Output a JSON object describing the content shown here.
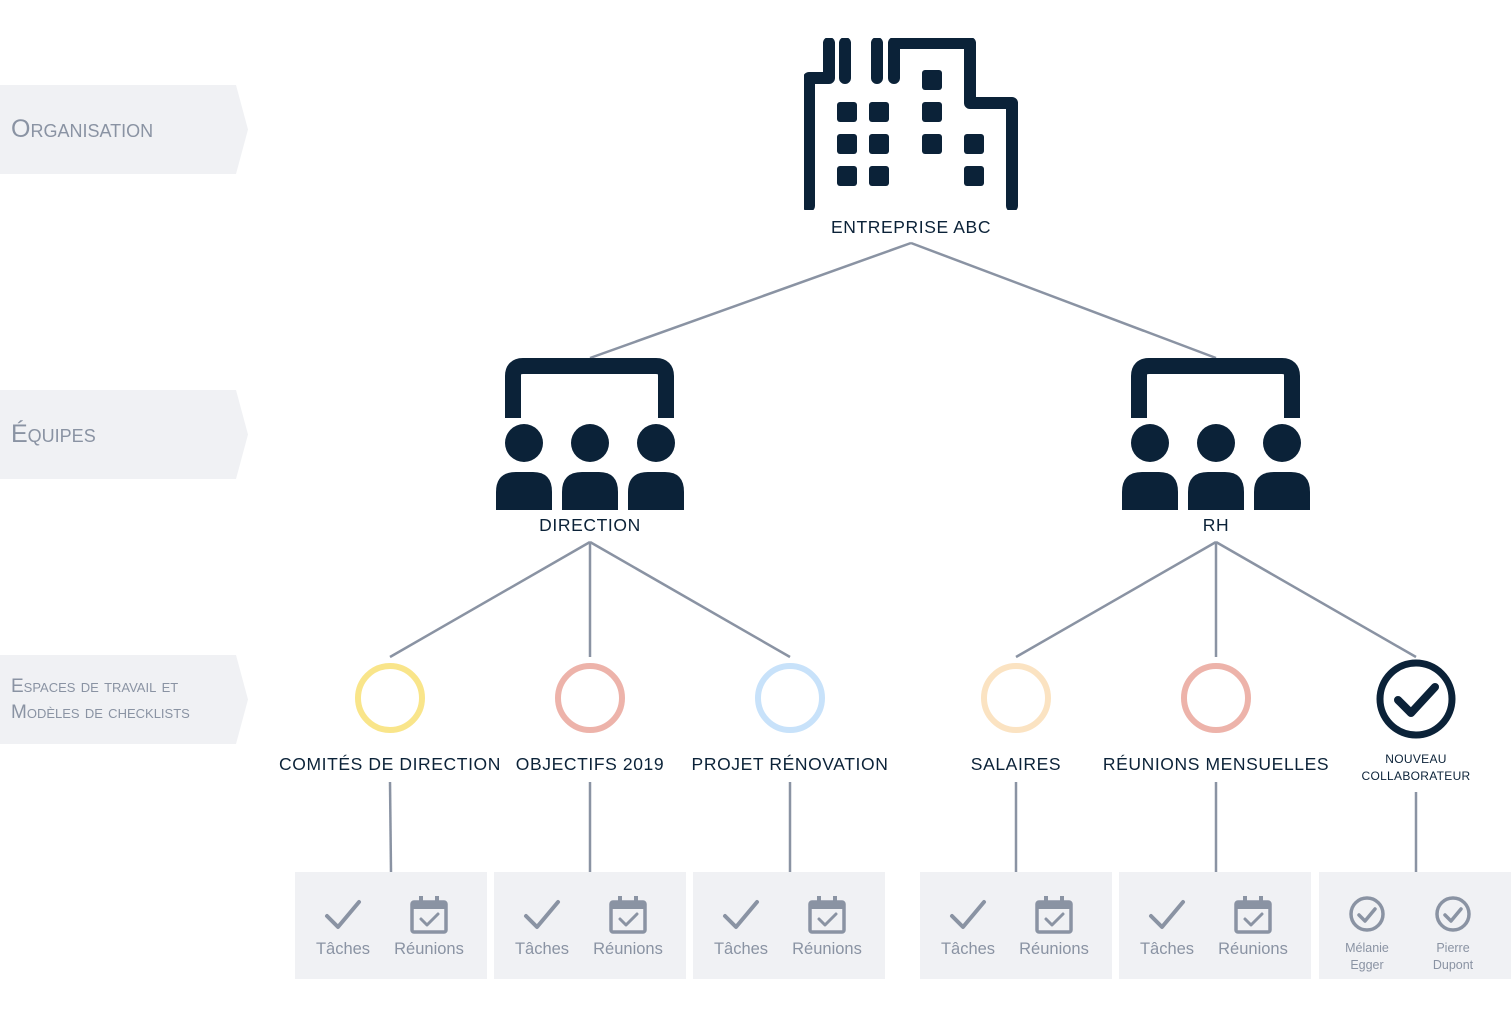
{
  "levels": {
    "organisation": "Organisation",
    "equipes": "Équipes",
    "espaces_line1": "Espaces de travail et",
    "espaces_line2": "Modèles de checklists"
  },
  "organization": {
    "name": "ENTREPRISE ABC",
    "icon": "building-icon"
  },
  "teams": [
    {
      "name": "DIRECTION",
      "icon": "team-icon"
    },
    {
      "name": "RH",
      "icon": "team-icon"
    }
  ],
  "workspaces": [
    {
      "name": "COMITÉS DE DIRECTION",
      "color": "#f9e58a"
    },
    {
      "name": "OBJECTIFS 2019",
      "color": "#edb3aa"
    },
    {
      "name": "PROJET RÉNOVATION",
      "color": "#c8e2fa"
    },
    {
      "name": "SALAIRES",
      "color": "#fbe3c2"
    },
    {
      "name": "RÉUNIONS MENSUELLES",
      "color": "#edb3aa"
    },
    {
      "name_line1": "NOUVEAU",
      "name_line2": "COLLABORATEUR",
      "color": "#0b2238",
      "icon": "check-circle-icon"
    }
  ],
  "cards": {
    "tasks_label": "Tâches",
    "meetings_label": "Réunions",
    "people": [
      {
        "first": "Mélanie",
        "last": "Egger"
      },
      {
        "first": "Pierre",
        "last": "Dupont"
      }
    ]
  },
  "colors": {
    "dark": "#0b2238",
    "connector": "#8a93a3",
    "panel": "#f0f1f4"
  }
}
